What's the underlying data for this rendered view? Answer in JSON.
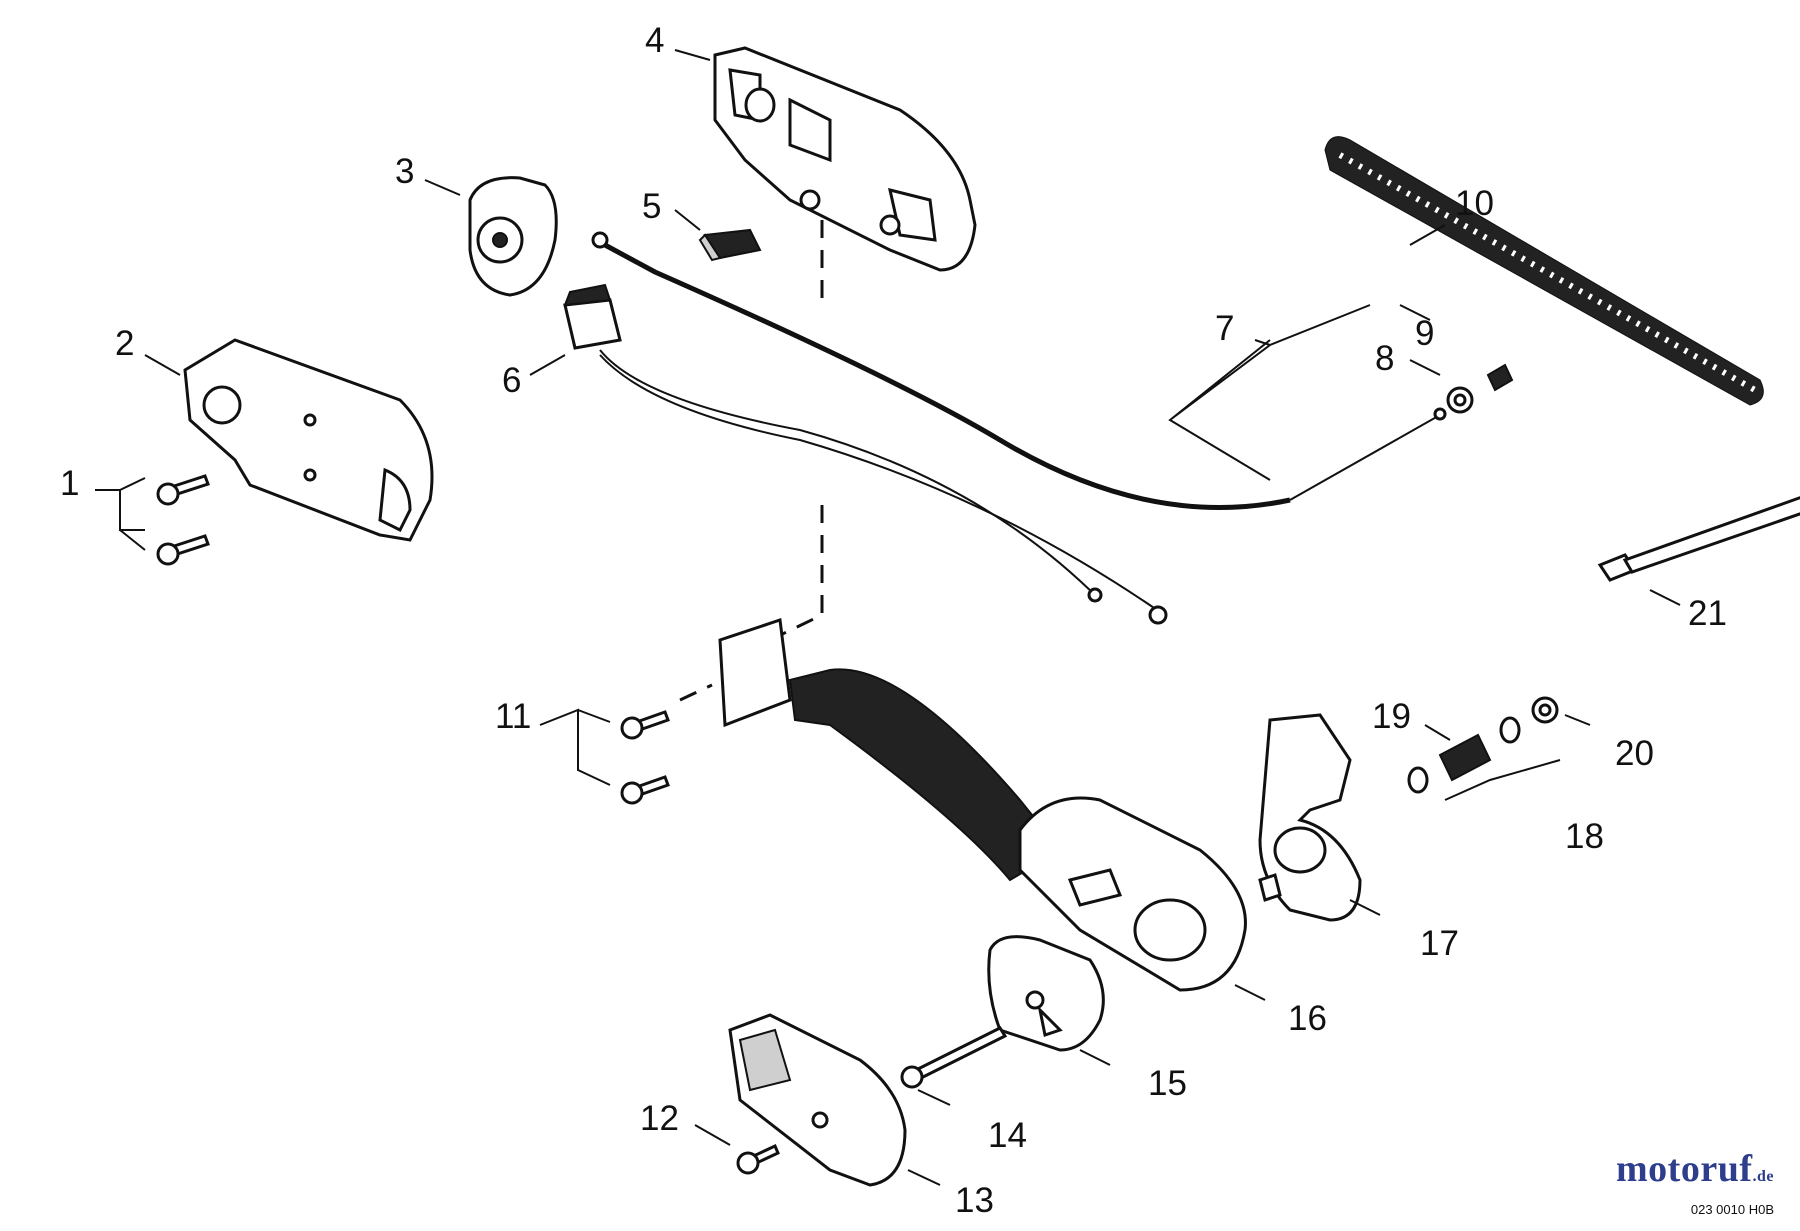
{
  "diagram": {
    "callouts": [
      "1",
      "2",
      "3",
      "4",
      "5",
      "6",
      "7",
      "8",
      "9",
      "10",
      "11",
      "12",
      "13",
      "14",
      "15",
      "16",
      "17",
      "18",
      "19",
      "20",
      "21"
    ]
  },
  "watermark": {
    "brand": "motoruf",
    "brand_suffix": ".de"
  },
  "drawing_ref": "023 0010 H0B",
  "colors": {
    "line": "#111111",
    "brand_blue": "#2e3d8c"
  }
}
